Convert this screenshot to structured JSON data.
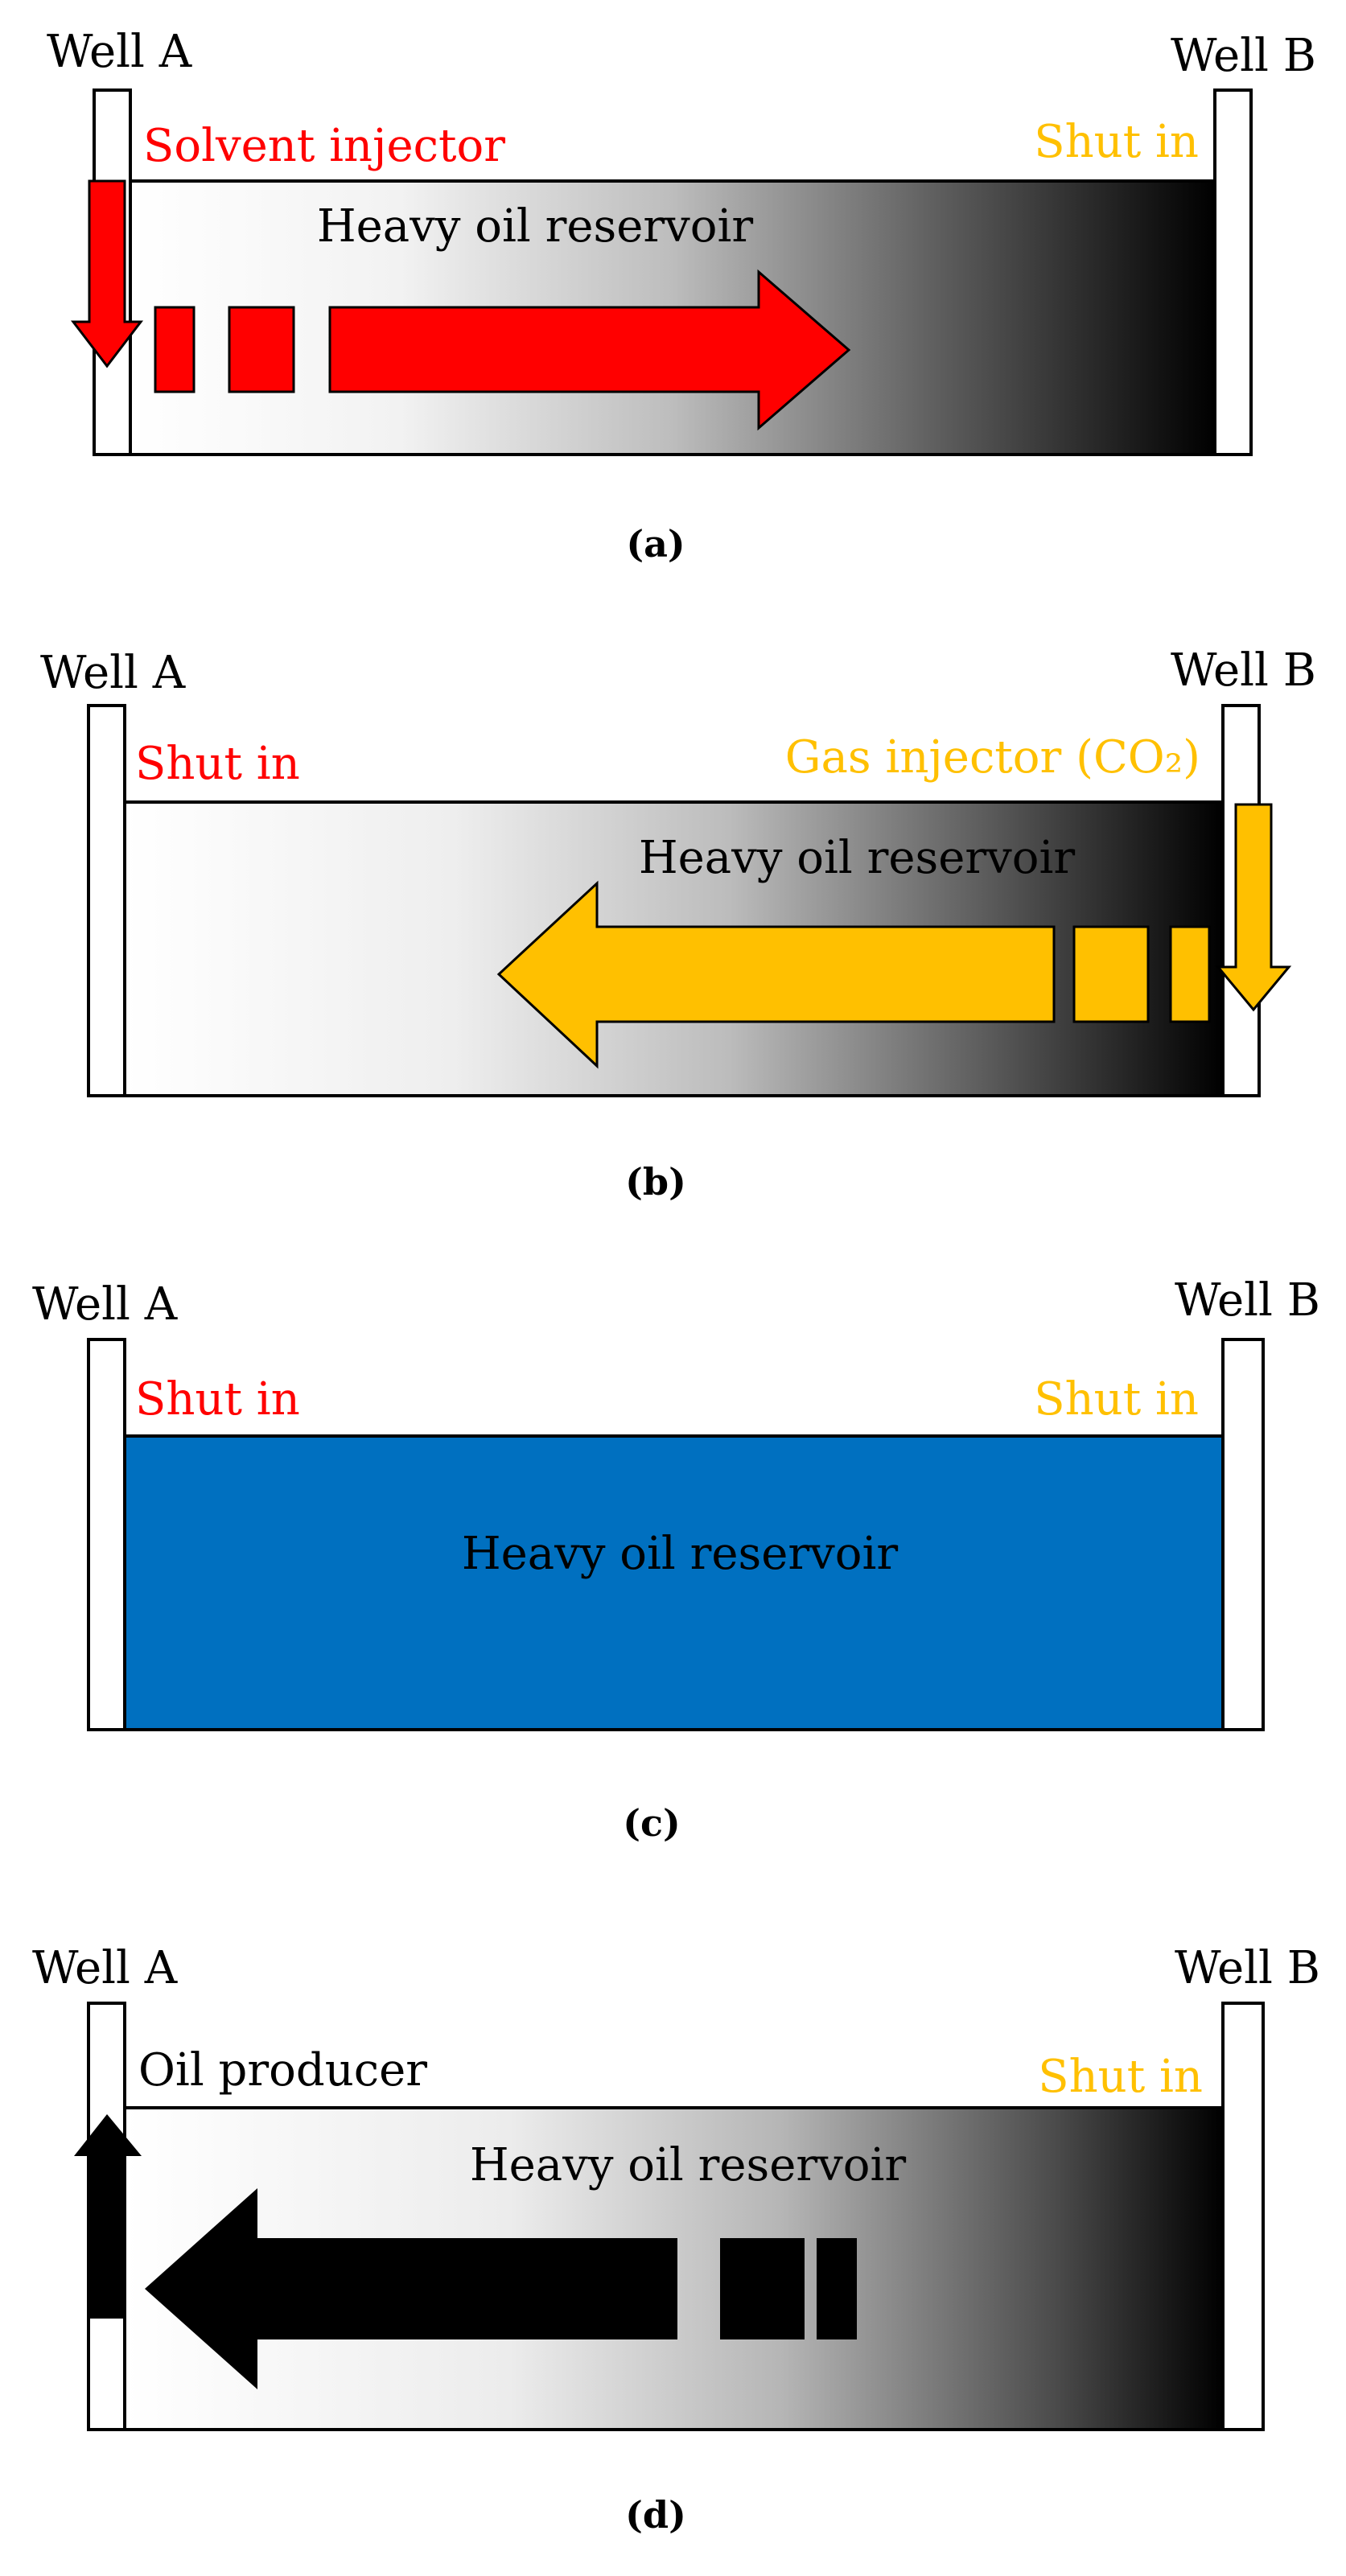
{
  "colors": {
    "red": "#ff0000",
    "orange": "#ffc000",
    "blue": "#0070c0",
    "black": "#000000",
    "white": "#ffffff"
  },
  "panels": [
    {
      "caption": "(a)",
      "well_a": "Well A",
      "well_b": "Well B",
      "left_status": "Solvent injector",
      "right_status": "Shut in",
      "reservoir": "Heavy oil reservoir",
      "fill": "gradient-white-to-black",
      "flow_direction": "right",
      "arrow_color": "red",
      "left_status_color": "red",
      "right_status_color": "orange"
    },
    {
      "caption": "(b)",
      "well_a": "Well A",
      "well_b": "Well B",
      "left_status": "Shut in",
      "right_status": "Gas injector (CO₂)",
      "reservoir": "Heavy oil reservoir",
      "fill": "gradient-white-to-black",
      "flow_direction": "left",
      "arrow_color": "orange",
      "left_status_color": "red",
      "right_status_color": "orange"
    },
    {
      "caption": "(c)",
      "well_a": "Well A",
      "well_b": "Well B",
      "left_status": "Shut in",
      "right_status": "Shut in",
      "reservoir": "Heavy oil reservoir",
      "fill": "solid-blue",
      "flow_direction": "none",
      "left_status_color": "red",
      "right_status_color": "orange"
    },
    {
      "caption": "(d)",
      "well_a": "Well A",
      "well_b": "Well B",
      "left_status": "Oil producer",
      "right_status": "Shut in",
      "reservoir": "Heavy oil reservoir",
      "fill": "gradient-white-to-black",
      "flow_direction": "left",
      "arrow_color": "black",
      "left_status_color": "black",
      "right_status_color": "orange"
    }
  ]
}
